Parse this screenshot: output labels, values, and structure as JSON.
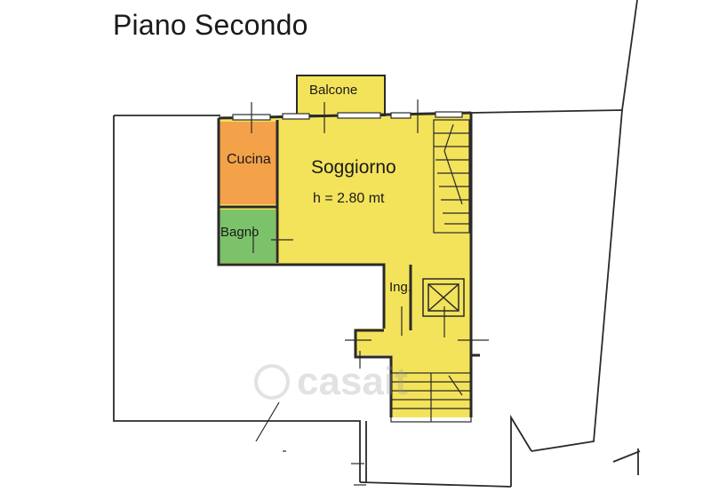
{
  "plan": {
    "title": "Piano Secondo",
    "rooms": {
      "balcone": "Balcone",
      "cucina": "Cucina",
      "soggiorno": "Soggiorno",
      "soggiorno_height": "h = 2.80 mt",
      "bagno": "Bagno",
      "ingresso": "Ing."
    },
    "colors": {
      "living_area": "#f3e35b",
      "kitchen": "#f3a24a",
      "bathroom": "#7cc26a",
      "walls": "#2a2a2a",
      "background": "#ffffff"
    },
    "watermark": {
      "text": "casait",
      "icon": "house-circle-icon"
    }
  }
}
